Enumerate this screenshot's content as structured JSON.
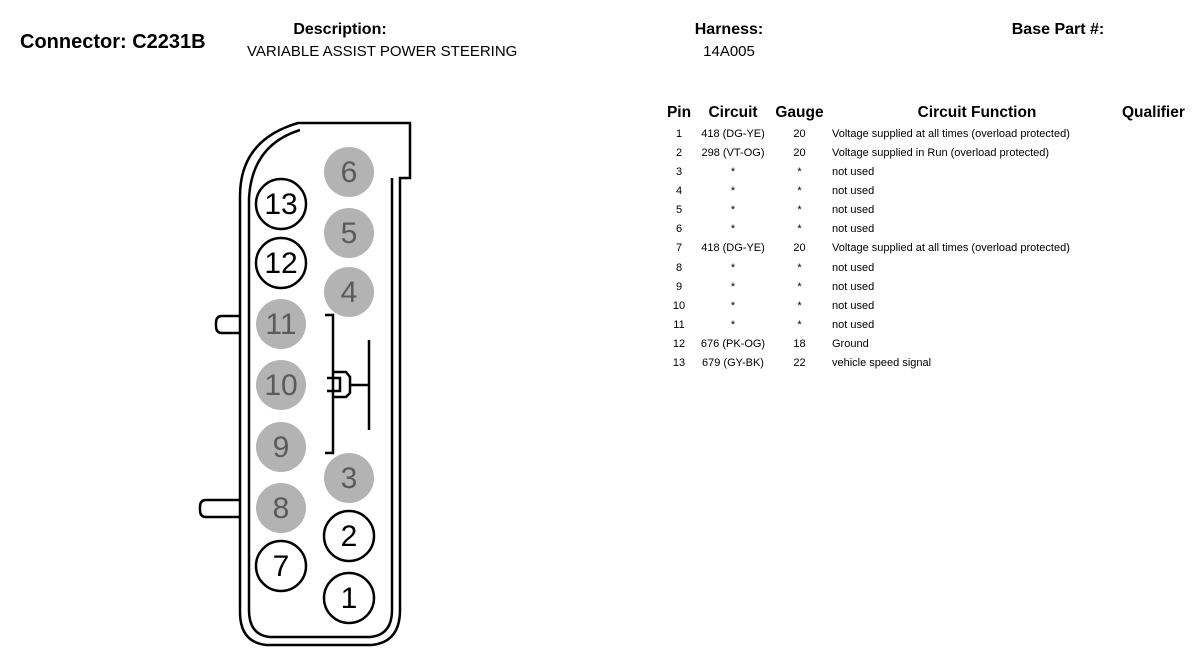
{
  "header": {
    "connector": "Connector: C2231B",
    "description_label": "Description:",
    "description_value": "VARIABLE ASSIST POWER STEERING",
    "harness_label": "Harness:",
    "harness_value": "14A005",
    "base_part_label": "Base Part #:"
  },
  "table": {
    "headers": {
      "pin": "Pin",
      "circuit": "Circuit",
      "gauge": "Gauge",
      "function": "Circuit Function",
      "qualifier": "Qualifier"
    },
    "rows": [
      {
        "pin": "1",
        "circuit": "418 (DG-YE)",
        "gauge": "20",
        "function": "Voltage supplied at all times (overload protected)"
      },
      {
        "pin": "2",
        "circuit": "298 (VT-OG)",
        "gauge": "20",
        "function": "Voltage supplied in Run (overload protected)"
      },
      {
        "pin": "3",
        "circuit": "*",
        "gauge": "*",
        "function": "not used"
      },
      {
        "pin": "4",
        "circuit": "*",
        "gauge": "*",
        "function": "not used"
      },
      {
        "pin": "5",
        "circuit": "*",
        "gauge": "*",
        "function": "not used"
      },
      {
        "pin": "6",
        "circuit": "*",
        "gauge": "*",
        "function": "not used"
      },
      {
        "pin": "7",
        "circuit": "418 (DG-YE)",
        "gauge": "20",
        "function": "Voltage supplied at all times (overload protected)"
      },
      {
        "pin": "8",
        "circuit": "*",
        "gauge": "*",
        "function": "not used"
      },
      {
        "pin": "9",
        "circuit": "*",
        "gauge": "*",
        "function": "not used"
      },
      {
        "pin": "10",
        "circuit": "*",
        "gauge": "*",
        "function": "not used"
      },
      {
        "pin": "11",
        "circuit": "*",
        "gauge": "*",
        "function": "not used"
      },
      {
        "pin": "12",
        "circuit": "676 (PK-OG)",
        "gauge": "18",
        "function": "Ground"
      },
      {
        "pin": "13",
        "circuit": "679 (GY-BK)",
        "gauge": "22",
        "function": "vehicle speed signal"
      }
    ]
  },
  "connector_pins": [
    {
      "label": "6",
      "status": "unused"
    },
    {
      "label": "13",
      "status": "used"
    },
    {
      "label": "5",
      "status": "unused"
    },
    {
      "label": "12",
      "status": "used"
    },
    {
      "label": "4",
      "status": "unused"
    },
    {
      "label": "11",
      "status": "unused"
    },
    {
      "label": "10",
      "status": "unused"
    },
    {
      "label": "9",
      "status": "unused"
    },
    {
      "label": "3",
      "status": "unused"
    },
    {
      "label": "8",
      "status": "unused"
    },
    {
      "label": "2",
      "status": "used"
    },
    {
      "label": "7",
      "status": "used"
    },
    {
      "label": "1",
      "status": "used"
    }
  ],
  "colors": {
    "unused_pin_fill": "#b3b3b3",
    "unused_pin_text": "#5a5a5a",
    "used_pin_fill": "#ffffff",
    "outline": "#000000"
  }
}
